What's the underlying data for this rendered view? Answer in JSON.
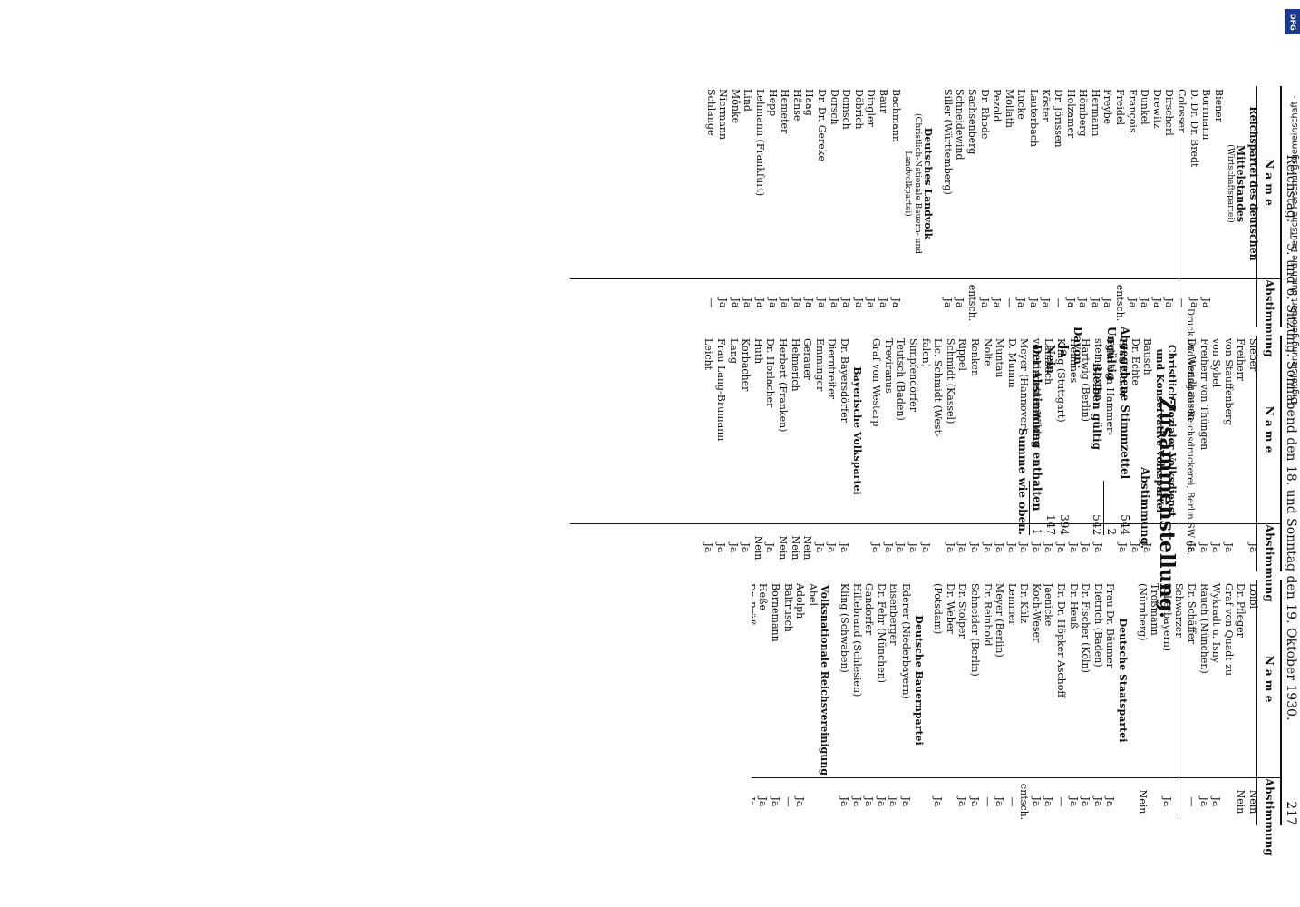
{
  "header": {
    "title": "Reichstag. — 5. und 6. Sitzung. Sonnabend den 18. und Sonntag den 19. Oktober 1930.",
    "page_number": "217"
  },
  "columns": {
    "name_header": "N a m e",
    "vote_header": "Abstimmung"
  },
  "col1": {
    "groups": [
      {
        "title": "Reichspartei des deutschen Mittelstandes",
        "subtitle": "(Wirtschaftspartei)",
        "rows": [
          {
            "name": "Biener",
            "vote": ""
          },
          {
            "name": "Borrmann",
            "vote": "Ja"
          },
          {
            "name": "D. Dr. Dr. Bredt",
            "vote": "Ja"
          },
          {
            "name": "Colosser",
            "vote": "—"
          },
          {
            "name": "Dirscherl",
            "vote": "Ja"
          },
          {
            "name": "Drewitz",
            "vote": "Ja"
          },
          {
            "name": "Dunkel",
            "vote": "Ja"
          },
          {
            "name": "François",
            "vote": "Ja"
          },
          {
            "name": "Freidel",
            "vote": "entsch."
          },
          {
            "name": "Freybe",
            "vote": "Ja"
          },
          {
            "name": "Hermann",
            "vote": "Ja"
          },
          {
            "name": "Hömberg",
            "vote": "Ja"
          },
          {
            "name": "Holzamer",
            "vote": "Ja"
          },
          {
            "name": "Dr. Jörissen",
            "vote": "—"
          },
          {
            "name": "Köster",
            "vote": "Ja"
          },
          {
            "name": "Lauterbach",
            "vote": "Ja"
          },
          {
            "name": "Lucke",
            "vote": "Ja"
          },
          {
            "name": "Mollath",
            "vote": "—"
          },
          {
            "name": "Pezold",
            "vote": "Ja"
          },
          {
            "name": "Dr. Rhode",
            "vote": "Ja"
          },
          {
            "name": "Sachsenberg",
            "vote": "entsch."
          },
          {
            "name": "Schneidewind",
            "vote": "Ja"
          },
          {
            "name": "Siller (Württemberg)",
            "vote": "Ja"
          }
        ]
      },
      {
        "title": "Deutsches Landvolk",
        "subtitle": "(Christlich-Nationale Bauern- und Landvolkpartei)",
        "rows": [
          {
            "name": "Bachmann",
            "vote": "Ja"
          },
          {
            "name": "Baur",
            "vote": "Ja"
          },
          {
            "name": "Dingler",
            "vote": "Ja"
          },
          {
            "name": "Döbrich",
            "vote": "Ja"
          },
          {
            "name": "Domsch",
            "vote": "Ja"
          },
          {
            "name": "Dorsch",
            "vote": "Ja"
          },
          {
            "name": "Dr. Dr. Gereke",
            "vote": "Ja"
          },
          {
            "name": "Haag",
            "vote": "Ja"
          },
          {
            "name": "Hänse",
            "vote": "Ja"
          },
          {
            "name": "Hemeter",
            "vote": "Ja"
          },
          {
            "name": "Hepp",
            "vote": "Ja"
          },
          {
            "name": "Lehmann (Frankfurt)",
            "vote": "Ja"
          },
          {
            "name": "Lind",
            "vote": "Ja"
          },
          {
            "name": "Mönke",
            "vote": "Ja"
          },
          {
            "name": "Niermann",
            "vote": "Ja"
          },
          {
            "name": "Schlange",
            "vote": "—"
          }
        ]
      }
    ]
  },
  "col2": {
    "rows_top": [
      {
        "name": "Sieber",
        "vote": "Ja"
      },
      {
        "name": "Freiherr",
        "vote": ""
      },
      {
        "name": "von Stauffenberg",
        "vote": "Ja"
      },
      {
        "name": "von Sybel",
        "vote": "Ja"
      },
      {
        "name": "Freiherr von Thüngen",
        "vote": "Ja"
      },
      {
        "name": "Dr. Wendhausen",
        "vote": "Ja"
      }
    ],
    "groups": [
      {
        "title": "Christlich-Sozialer Volksdienst und Konservative Volkspartei",
        "rows": [
          {
            "name": "Bausch",
            "vote": "Ja"
          },
          {
            "name": "Dr. Echte",
            "vote": "Ja"
          },
          {
            "name": "Frau Eitner",
            "vote": "Ja"
          },
          {
            "name": "Frhr. von Hammer-",
            "vote": ""
          },
          {
            "name": "stein-Loxten",
            "vote": "Ja"
          },
          {
            "name": "Hartwig (Berlin)",
            "vote": "Ja"
          },
          {
            "name": "Hemmes",
            "vote": "Ja"
          },
          {
            "name": "Kling (Stuttgart)",
            "vote": "Ja"
          },
          {
            "name": "Lambach",
            "vote": "Ja"
          },
          {
            "name": "von Lindeiner-Wildau",
            "vote": "Ja"
          },
          {
            "name": "Meyer (Hannover)",
            "vote": "Ja"
          },
          {
            "name": "D. Mumm",
            "vote": "Ja"
          },
          {
            "name": "Muntau",
            "vote": "Ja"
          },
          {
            "name": "Nolte",
            "vote": "Ja"
          },
          {
            "name": "Renken",
            "vote": "Ja"
          },
          {
            "name": "Rippel",
            "vote": "Ja"
          },
          {
            "name": "Schmidt (Kassel)",
            "vote": "Ja"
          },
          {
            "name": "Lic. Schmidt (West-",
            "vote": ""
          },
          {
            "name": "falen)",
            "vote": "Ja"
          },
          {
            "name": "Simpfendörfer",
            "vote": "Ja"
          },
          {
            "name": "Teutsch (Baden)",
            "vote": "Ja"
          },
          {
            "name": "Treviranus",
            "vote": "Ja"
          },
          {
            "name": "Graf von Westarp",
            "vote": "Ja"
          }
        ]
      },
      {
        "title": "Bayerische Volkspartei",
        "rows": [
          {
            "name": "Dr. Bayersdörfer",
            "vote": "Ja"
          },
          {
            "name": "Dierntreiter",
            "vote": "Ja"
          },
          {
            "name": "Emminger",
            "vote": "Ja"
          },
          {
            "name": "Gerauer",
            "vote": "Nein"
          },
          {
            "name": "Helmerich",
            "vote": "Nein"
          },
          {
            "name": "Herbert (Franken)",
            "vote": "Nein"
          },
          {
            "name": "Dr. Horlacher",
            "vote": "Ja"
          },
          {
            "name": "Huth",
            "vote": "Nein"
          },
          {
            "name": "Korbacher",
            "vote": "Ja"
          },
          {
            "name": "Lang",
            "vote": "Ja"
          },
          {
            "name": "Frau Lang-Brumann",
            "vote": "Ja"
          },
          {
            "name": "Leicht",
            "vote": "Ja"
          }
        ]
      }
    ]
  },
  "col3": {
    "rows_top": [
      {
        "name": "Loibl",
        "vote": "Nein"
      },
      {
        "name": "Dr. Pfleger",
        "vote": "Nein"
      },
      {
        "name": "Graf von Quadt zu",
        "vote": ""
      },
      {
        "name": "Wykradt u. Isny",
        "vote": "Ja"
      },
      {
        "name": "Rauch (München)",
        "vote": "Ja"
      },
      {
        "name": "Dr. Schäffer",
        "vote": "—"
      },
      {
        "name": "Schwarzer",
        "vote": ""
      },
      {
        "name": "(Oberbayern)",
        "vote": "Ja"
      },
      {
        "name": "Troßmann",
        "vote": ""
      },
      {
        "name": "(Nürnberg)",
        "vote": "Nein"
      }
    ],
    "groups": [
      {
        "title": "Deutsche Staatspartei",
        "rows": [
          {
            "name": "Frau Dr. Bäumer",
            "vote": "Ja"
          },
          {
            "name": "Dietrich (Baden)",
            "vote": "Ja"
          },
          {
            "name": "Dr. Fischer (Köln)",
            "vote": "Ja"
          },
          {
            "name": "Dr. Heuß",
            "vote": "Ja"
          },
          {
            "name": "Dr. Dr. Höpker Aschoff",
            "vote": "—"
          },
          {
            "name": "Jaenicke",
            "vote": "Ja"
          },
          {
            "name": "Koch-Weser",
            "vote": "Ja"
          },
          {
            "name": "Dr. Külz",
            "vote": "entsch."
          },
          {
            "name": "Lemmer",
            "vote": "—"
          },
          {
            "name": "Meyer (Berlin)",
            "vote": "Ja"
          },
          {
            "name": "Dr. Reinhold",
            "vote": "—"
          },
          {
            "name": "Schneider (Berlin)",
            "vote": "Ja"
          },
          {
            "name": "Dr. Stolper",
            "vote": "Ja"
          },
          {
            "name": "Dr. Weber",
            "vote": ""
          },
          {
            "name": "(Potsdam)",
            "vote": "Ja"
          }
        ]
      },
      {
        "title": "Deutsche Bauernpartei",
        "rows": [
          {
            "name": "Ederer (Niederbayern)",
            "vote": "Ja"
          },
          {
            "name": "Eisenberger",
            "vote": "Ja"
          },
          {
            "name": "Dr. Fehr (München)",
            "vote": "Ja"
          },
          {
            "name": "Gandorfer",
            "vote": "Ja"
          },
          {
            "name": "Hillebrand (Schlesien)",
            "vote": "Ja"
          },
          {
            "name": "Kling (Schwaben)",
            "vote": "Ja"
          }
        ]
      },
      {
        "title": "Volksnationale Reichsvereinigung",
        "rows": [
          {
            "name": "Abel",
            "vote": "Ja"
          },
          {
            "name": "Adolph",
            "vote": "—"
          },
          {
            "name": "Baltrusch",
            "vote": "Ja"
          },
          {
            "name": "Bornemann",
            "vote": "Ja"
          },
          {
            "name": "Heße",
            "vote": "Ja"
          },
          {
            "name": "Dr. Prüß",
            "vote": "Ja"
          }
        ]
      }
    ]
  },
  "summary": {
    "title": "Zusammenstellung.",
    "subtitle": "Abstimmung.",
    "abgegebene_label": "Abgegebene Stimmzettel",
    "abgegebene_value": "544",
    "ungueltig_label": "Ungültig",
    "ungueltig_value": "2",
    "bleiben_label": "Bleiben gültig",
    "bleiben_value": "542",
    "davon_label": "Davon:",
    "ja_label": "Ja",
    "ja_value": "394",
    "nein_label": "Nein",
    "nein_value": "147",
    "enthalten_label": "Der Abstimmung enthalten",
    "enthalten_value": "1",
    "summe_label": "Summe wie oben."
  },
  "printer_line": "Druck und Verlag der Reichsdruckerei, Berlin SW 68.",
  "side_note": "Digitalisierung gefördert durch die Deutsche Forschungsgemeinschaft -",
  "dfg_logo": "DFG"
}
